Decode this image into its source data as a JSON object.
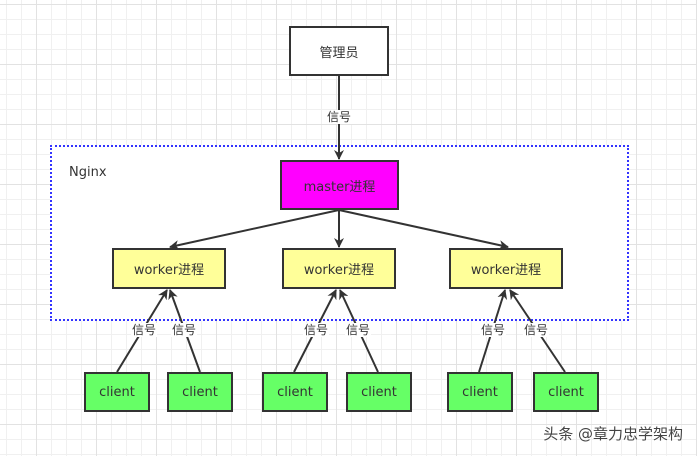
{
  "diagram": {
    "admin": {
      "label": "管理员"
    },
    "container": {
      "label": "Nginx"
    },
    "master": {
      "label": "master进程"
    },
    "workers": [
      {
        "label": "worker进程"
      },
      {
        "label": "worker进程"
      },
      {
        "label": "worker进程"
      }
    ],
    "clients": [
      {
        "label": "client"
      },
      {
        "label": "client"
      },
      {
        "label": "client"
      },
      {
        "label": "client"
      },
      {
        "label": "client"
      },
      {
        "label": "client"
      }
    ],
    "edge_labels": {
      "admin_to_master": "信号",
      "client_to_worker": [
        "信号",
        "信号",
        "信号",
        "信号",
        "信号",
        "信号"
      ]
    },
    "colors": {
      "master": "#ff00ff",
      "worker": "#ffff99",
      "client": "#66ff66",
      "container_border": "#3333ff",
      "edge": "#333333"
    }
  },
  "watermark": "头条 @章力忠学架构"
}
